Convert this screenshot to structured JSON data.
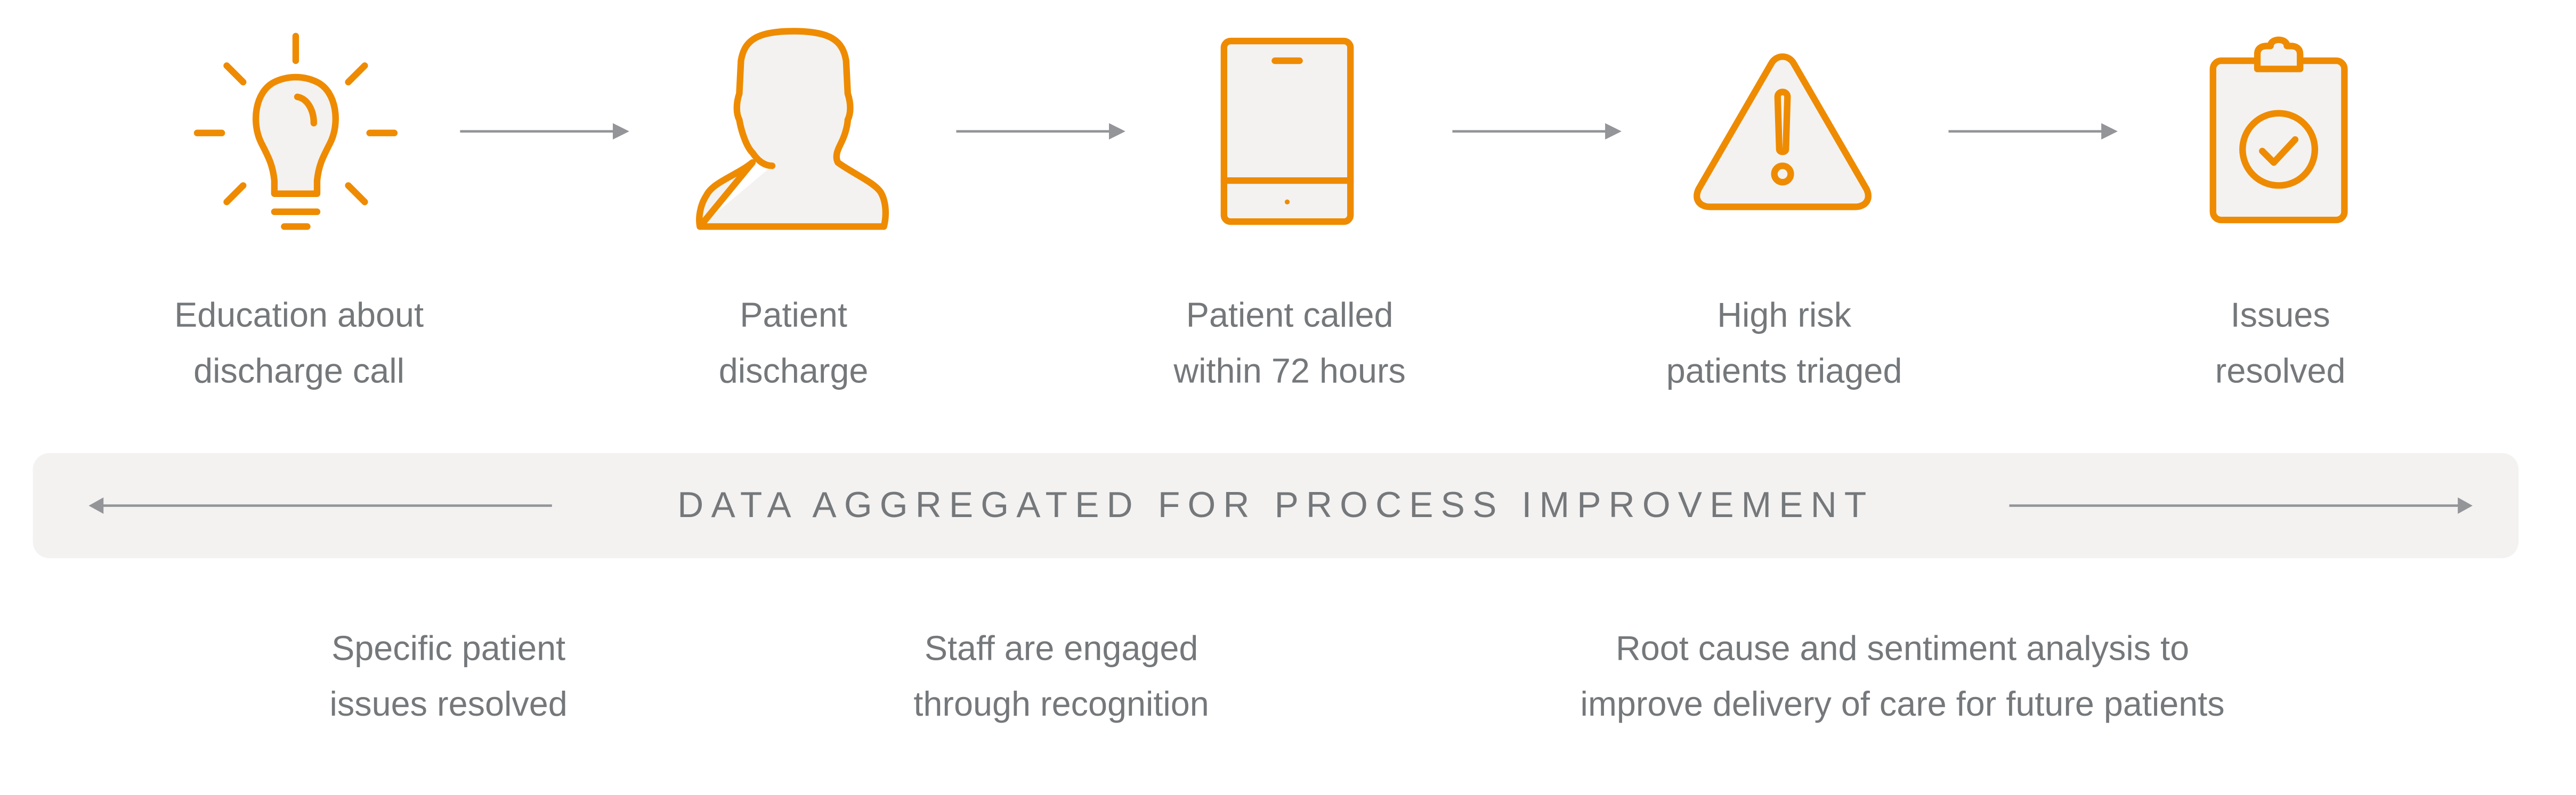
{
  "colors": {
    "accent": "#ee8b00",
    "icon_fill": "#f3f2f1",
    "text": "#75787b",
    "arrow": "#939598",
    "band": "#f3f2f1"
  },
  "steps": [
    {
      "icon": "lightbulb-icon",
      "line1": "Education about",
      "line2": "discharge call"
    },
    {
      "icon": "person-icon",
      "line1": "Patient",
      "line2": "discharge"
    },
    {
      "icon": "tablet-icon",
      "line1": "Patient called",
      "line2": "within 72 hours"
    },
    {
      "icon": "warning-icon",
      "line1": "High risk",
      "line2": "patients triaged"
    },
    {
      "icon": "clipboard-check-icon",
      "line1": "Issues",
      "line2": "resolved"
    }
  ],
  "band": {
    "title": "DATA AGGREGATED FOR PROCESS IMPROVEMENT"
  },
  "outcomes": [
    {
      "line1": "Specific patient",
      "line2": "issues resolved"
    },
    {
      "line1": "Staff are engaged",
      "line2": "through recognition"
    },
    {
      "line1": "Root cause and sentiment analysis to",
      "line2": "improve delivery of care for future patients"
    }
  ]
}
